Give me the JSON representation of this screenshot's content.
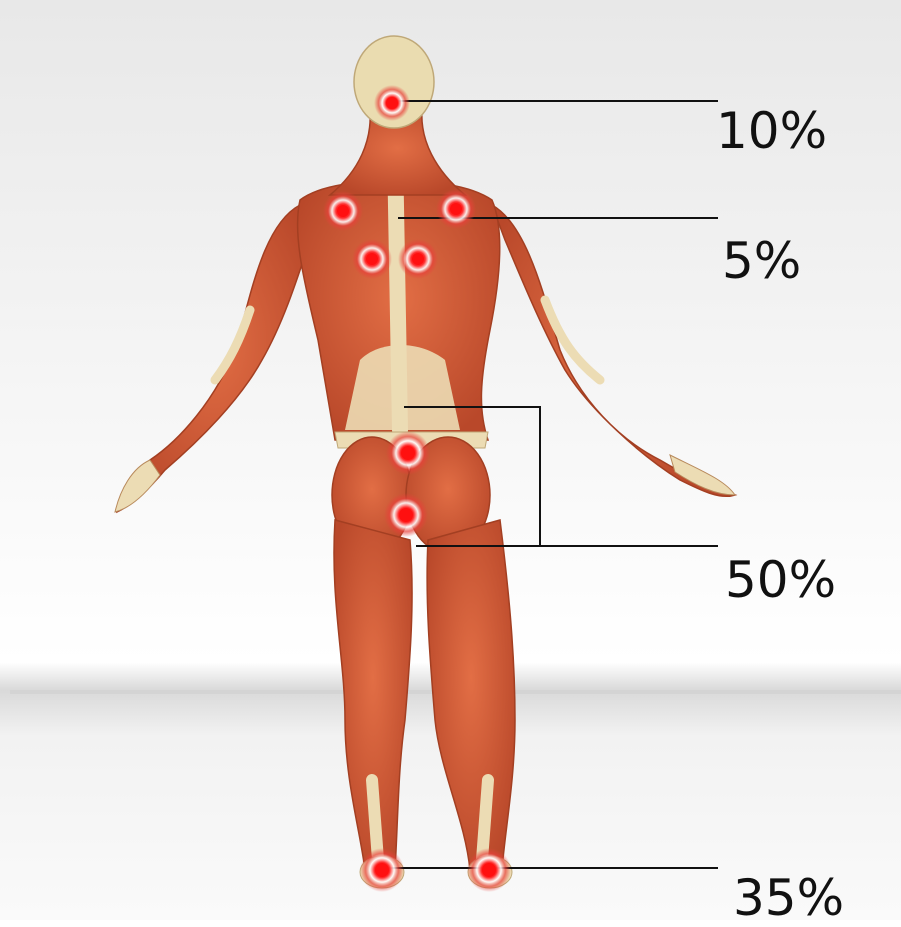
{
  "labels": {
    "neck": "10%",
    "upper_back": "5%",
    "lower_back_hips": "50%",
    "feet": "35%"
  },
  "colors": {
    "skin": "#d9613a",
    "skin_dark": "#a93b1f",
    "tendon": "#ecdcb4",
    "pain_ring": "#e8403a",
    "pain_core": "#ff1010",
    "leader_line": "#111111",
    "background_top": "#ececec",
    "floor": "#f4f4f4"
  }
}
